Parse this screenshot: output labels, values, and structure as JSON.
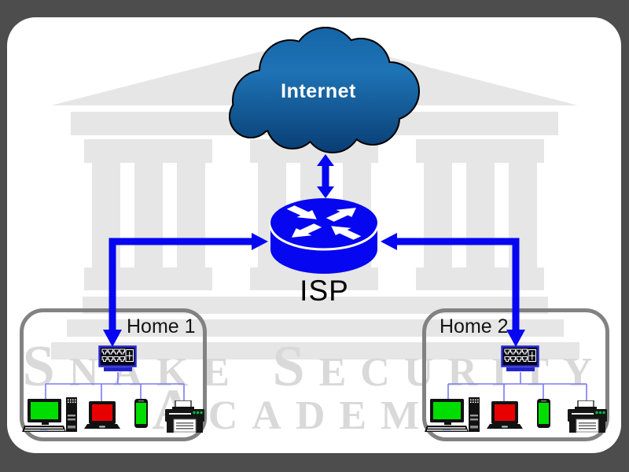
{
  "watermark": {
    "line1": "Snake Security",
    "line2": "Academy"
  },
  "cloud": {
    "label": "Internet"
  },
  "router": {
    "label": "ISP"
  },
  "homes": [
    {
      "label": "Home 1",
      "devices": [
        "ethernet-switch",
        "desktop-computer",
        "laptop",
        "smartphone",
        "printer"
      ]
    },
    {
      "label": "Home 2",
      "devices": [
        "ethernet-switch",
        "desktop-computer",
        "laptop",
        "smartphone",
        "printer"
      ]
    }
  ],
  "colors": {
    "frame": "#4d4d4d",
    "canvas": "#ffffff",
    "building": "#e6e6e6",
    "watermark": "#d9d9d9",
    "arrow_blue": "#0606f0",
    "lan_line": "#7b7bf5",
    "cloud_gradient_top": "#1e73b5",
    "cloud_gradient_bottom": "#093e74",
    "screen_green": "#00dd00",
    "screen_red": "#e80000",
    "home_box_border": "#828282"
  }
}
